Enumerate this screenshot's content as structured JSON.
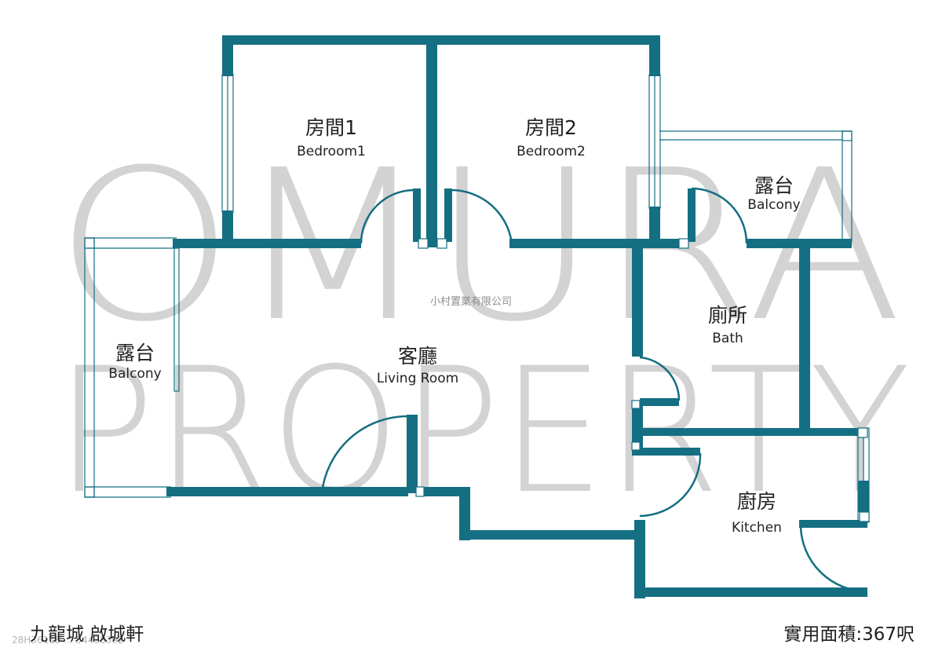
{
  "watermark": {
    "line1": "OMURA",
    "line2": "PROPERTY",
    "company": "小村置業有限公司"
  },
  "rooms": {
    "bedroom1": {
      "zh": "房間1",
      "en": "Bedroom1"
    },
    "bedroom2": {
      "zh": "房間2",
      "en": "Bedroom2"
    },
    "balcony_right": {
      "zh": "露台",
      "en": "Balcony"
    },
    "balcony_left": {
      "zh": "露台",
      "en": "Balcony"
    },
    "living": {
      "zh": "客廳",
      "en": "Living Room"
    },
    "bath": {
      "zh": "廁所",
      "en": "Bath"
    },
    "kitchen": {
      "zh": "廚房",
      "en": "Kitchen"
    }
  },
  "footer": {
    "location": "九龍城 啟城軒",
    "area": "實用面積:367呎",
    "ref": "28H36118 ... 54438392"
  },
  "colors": {
    "wall": "#156f82",
    "watermark": "#d3d3d3"
  }
}
